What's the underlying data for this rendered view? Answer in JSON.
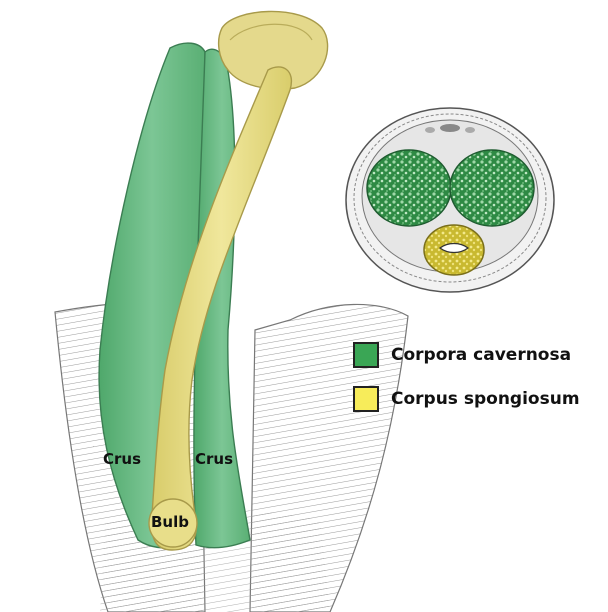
{
  "colors": {
    "cavernosa": "#6dbb86",
    "cavernosa_dark": "#2f8a4a",
    "spongiosum": "#e8de8a",
    "spongiosum_bright": "#f5e85c",
    "legend_green": "#3aa655",
    "legend_yellow": "#f7ec5a"
  },
  "labels": {
    "crus_left": "Crus",
    "crus_right": "Crus",
    "bulb": "Bulb"
  },
  "legend": {
    "items": [
      {
        "label": "Corpora cavernosa",
        "color": "#3aa655"
      },
      {
        "label": "Corpus spongiosum",
        "color": "#f7ec5a"
      }
    ]
  }
}
